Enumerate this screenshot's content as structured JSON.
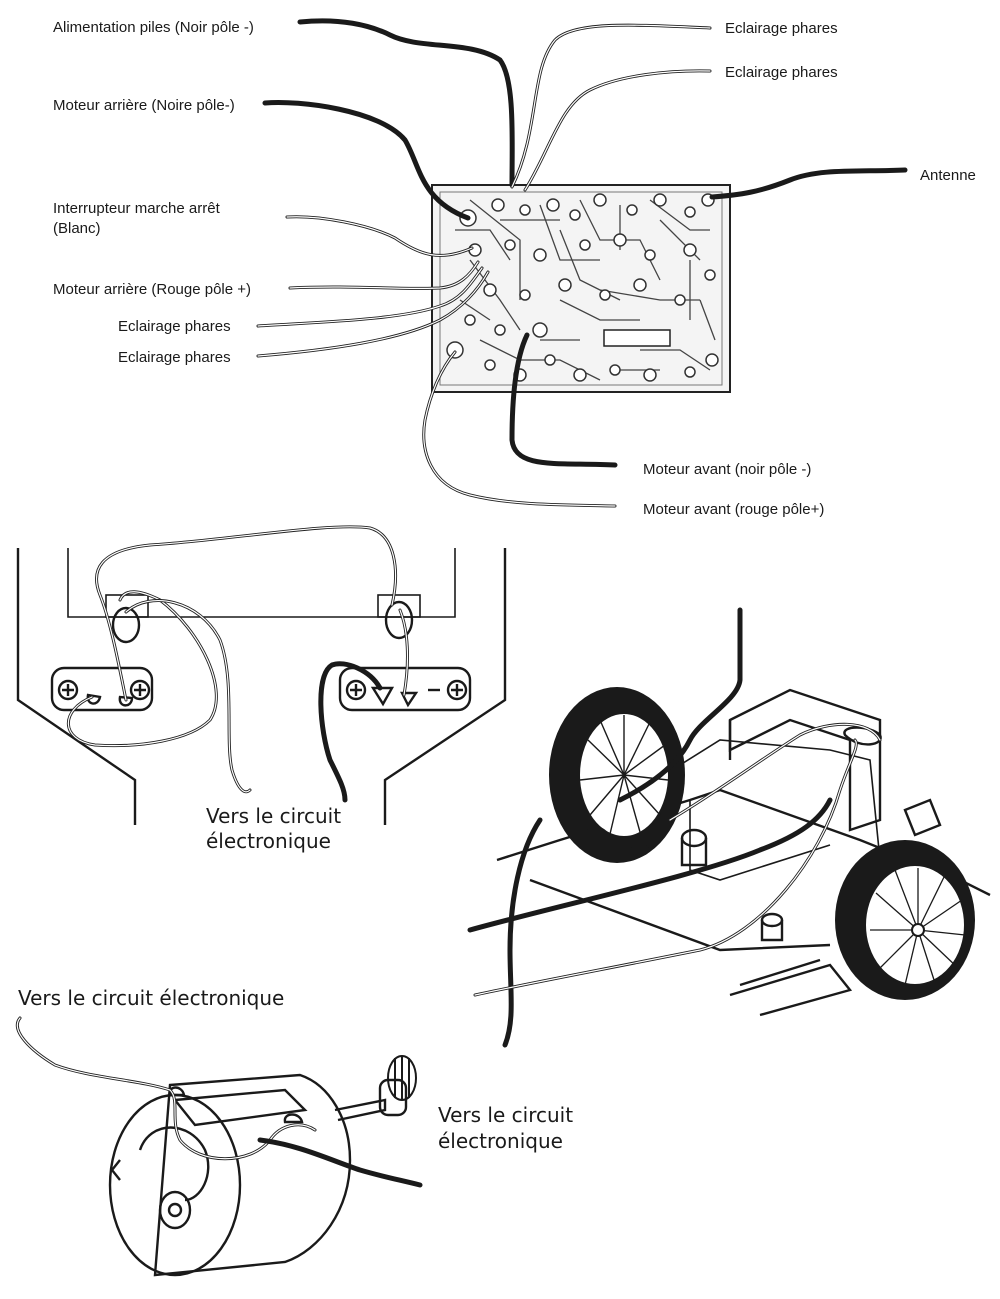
{
  "labels": {
    "alimentation": "Alimentation piles (Noir pôle -)",
    "moteur_arr_noir": "Moteur arrière (Noire pôle-)",
    "interrupteur_l1": "Interrupteur marche arrêt",
    "interrupteur_l2": "(Blanc)",
    "moteur_arr_rouge": "Moteur arrière (Rouge pôle +)",
    "eclairage_left_1": "Eclairage phares",
    "eclairage_left_2": "Eclairage phares",
    "eclairage_top_1": "Eclairage phares",
    "eclairage_top_2": "Eclairage phares",
    "antenne": "Antenne",
    "moteur_av_noir": "Moteur avant (noir pôle -)",
    "moteur_av_rouge": "Moteur avant (rouge pôle+)",
    "battery_vers_l1": "Vers le circuit",
    "battery_vers_l2": "électronique",
    "motor_vers_top": "Vers le circuit électronique",
    "motor_vers_l1": "Vers le circuit",
    "motor_vers_l2": "électronique"
  },
  "colors": {
    "line": "#1a1a1a",
    "background": "#ffffff"
  }
}
